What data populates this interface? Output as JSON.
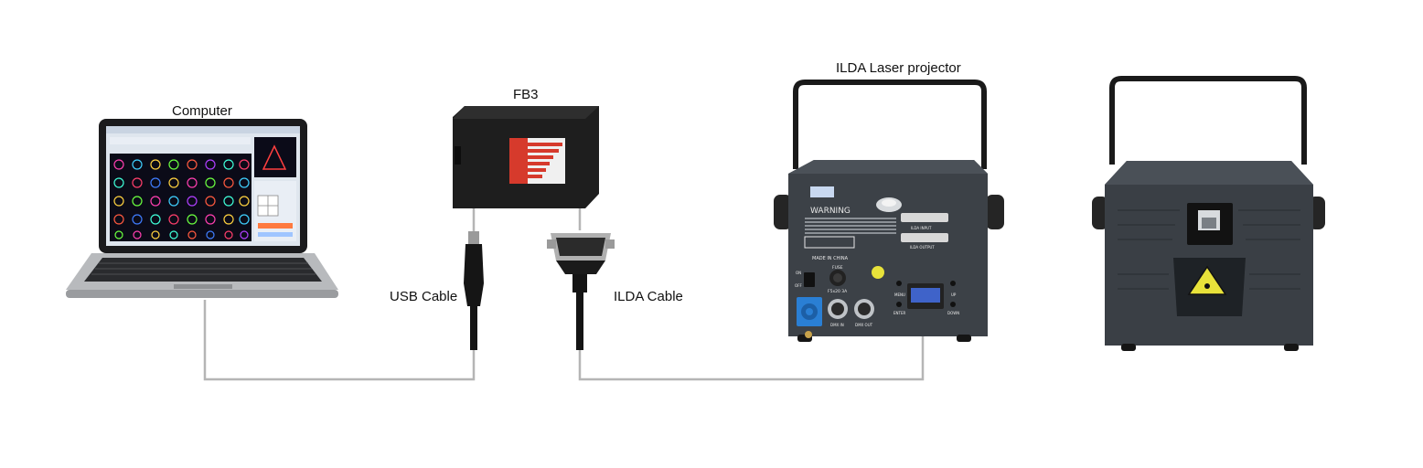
{
  "labels": {
    "computer": "Computer",
    "fb3": "FB3",
    "projector": "ILDA Laser projector",
    "usb_cable": "USB Cable",
    "ilda_cable": "ILDA Cable"
  },
  "projector_panel": {
    "warning": "WARNING",
    "made_in": "MADE IN CHINA",
    "ilda_input": "ILDA INPUT",
    "ilda_output": "ILDA OUTPUT",
    "on": "ON",
    "off": "OFF",
    "fuse": "FUSE",
    "fuse_rating": "F5x20 3A",
    "dmx_in": "DMX IN",
    "dmx_out": "DMX OUT",
    "menu": "MENU",
    "enter": "ENTER",
    "up": "UP",
    "down": "DOWN"
  },
  "colors": {
    "cable": "#b5b5b5",
    "device_body": "#3c4147",
    "fb3_body": "#1e1e1e",
    "accent_blue": "#2a7fd4",
    "warning_yellow": "#e8e23a"
  }
}
